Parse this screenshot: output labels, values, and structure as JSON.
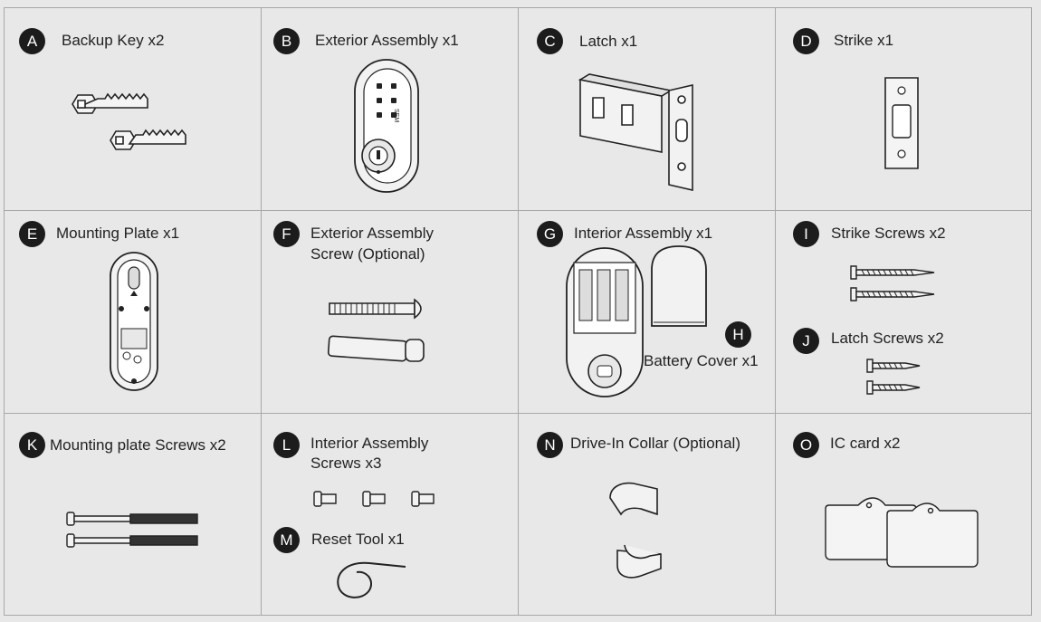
{
  "parts": [
    {
      "letter": "A",
      "label": "Backup Key x2"
    },
    {
      "letter": "B",
      "label": "Exterior Assembly x1"
    },
    {
      "letter": "C",
      "label": "Latch x1"
    },
    {
      "letter": "D",
      "label": "Strike x1"
    },
    {
      "letter": "E",
      "label": "Mounting Plate x1"
    },
    {
      "letter": "F",
      "label_line1": "Exterior Assembly",
      "label_line2": "Screw (Optional)"
    },
    {
      "letter": "G",
      "label": "Interior Assembly x1"
    },
    {
      "letter": "H",
      "label": "Battery Cover x1"
    },
    {
      "letter": "I",
      "label": "Strike Screws x2"
    },
    {
      "letter": "J",
      "label": "Latch Screws x2"
    },
    {
      "letter": "K",
      "label": "Mounting plate Screws x2"
    },
    {
      "letter": "L",
      "label_line1": "Interior Assembly",
      "label_line2": "Screws x3"
    },
    {
      "letter": "M",
      "label": "Reset Tool x1"
    },
    {
      "letter": "N",
      "label": "Drive-In Collar (Optional)"
    },
    {
      "letter": "O",
      "label": "IC card x2"
    }
  ],
  "keypad_text": "SEM"
}
